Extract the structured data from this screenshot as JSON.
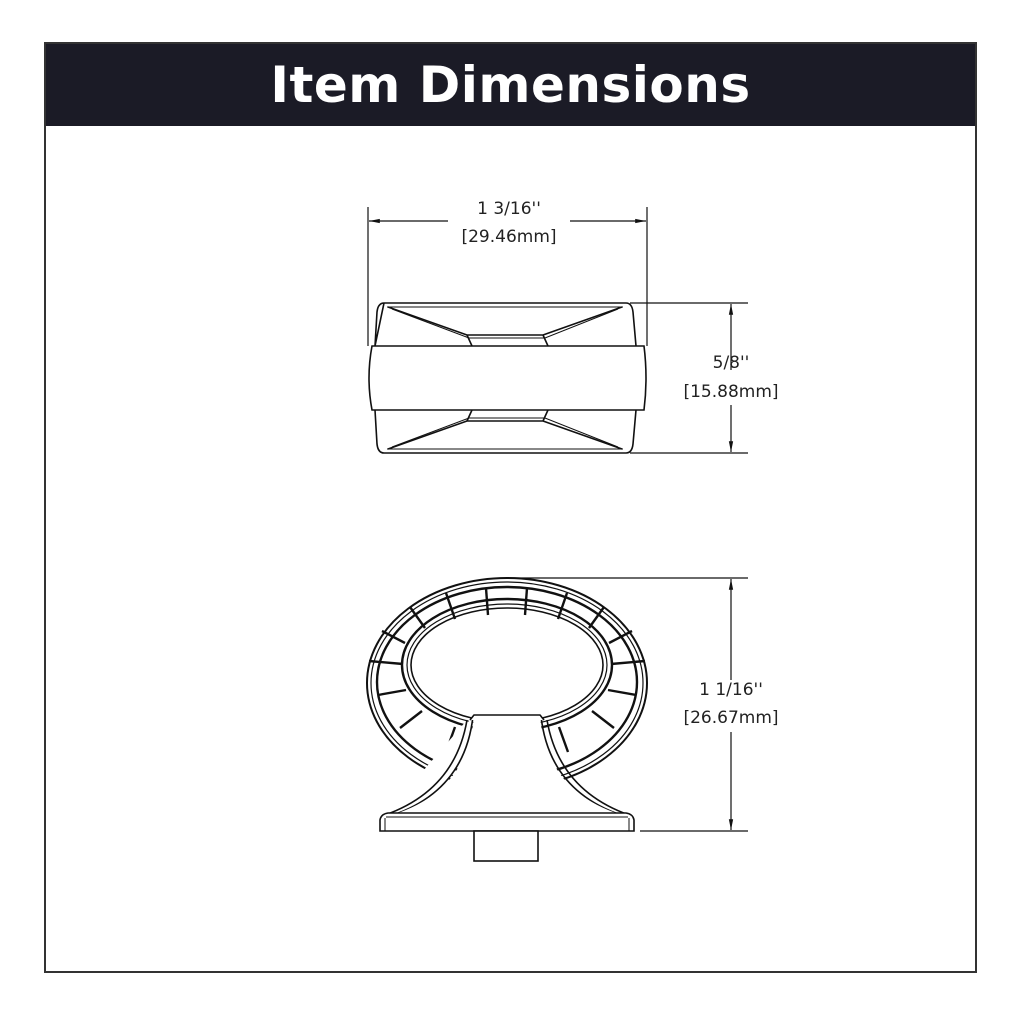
{
  "header": {
    "title": "Item Dimensions",
    "background": "#1b1b26",
    "text_color": "#ffffff"
  },
  "views": {
    "top_view": {
      "width_dimension": {
        "imperial": "1 3/16''",
        "metric": "[29.46mm]"
      },
      "height_dimension": {
        "imperial": "5/8''",
        "metric": "[15.88mm]"
      }
    },
    "front_view": {
      "height_dimension": {
        "imperial": "1 1/16''",
        "metric": "[26.67mm]"
      }
    }
  },
  "colors": {
    "line": "#111111",
    "border": "#333333",
    "background": "#ffffff"
  }
}
